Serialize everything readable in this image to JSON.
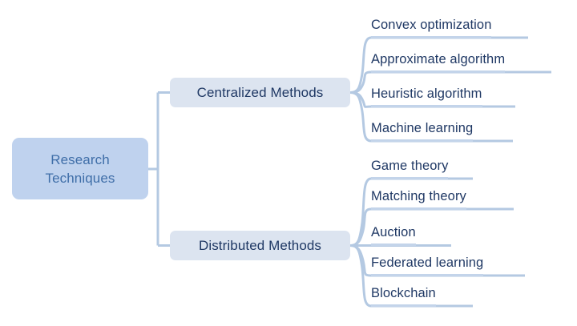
{
  "diagram": {
    "type": "mind-map",
    "title": "Research Techniques taxonomy",
    "colors": {
      "root_fill": "#bfd2ee",
      "branch_fill": "#dce4f0",
      "connector": "#b4c9e2",
      "underline": "#c3d4ea",
      "root_text": "#3f6ea8",
      "node_text": "#1f3864",
      "background": "#ffffff"
    },
    "root": {
      "label": "Research\nTechniques"
    },
    "branches": [
      {
        "label": "Centralized Methods",
        "leaves": [
          {
            "label": "Convex optimization"
          },
          {
            "label": "Approximate algorithm"
          },
          {
            "label": "Heuristic algorithm"
          },
          {
            "label": "Machine learning"
          }
        ]
      },
      {
        "label": "Distributed Methods",
        "leaves": [
          {
            "label": "Game theory"
          },
          {
            "label": "Matching theory"
          },
          {
            "label": "Auction"
          },
          {
            "label": "Federated learning"
          },
          {
            "label": "Blockchain"
          }
        ]
      }
    ]
  }
}
